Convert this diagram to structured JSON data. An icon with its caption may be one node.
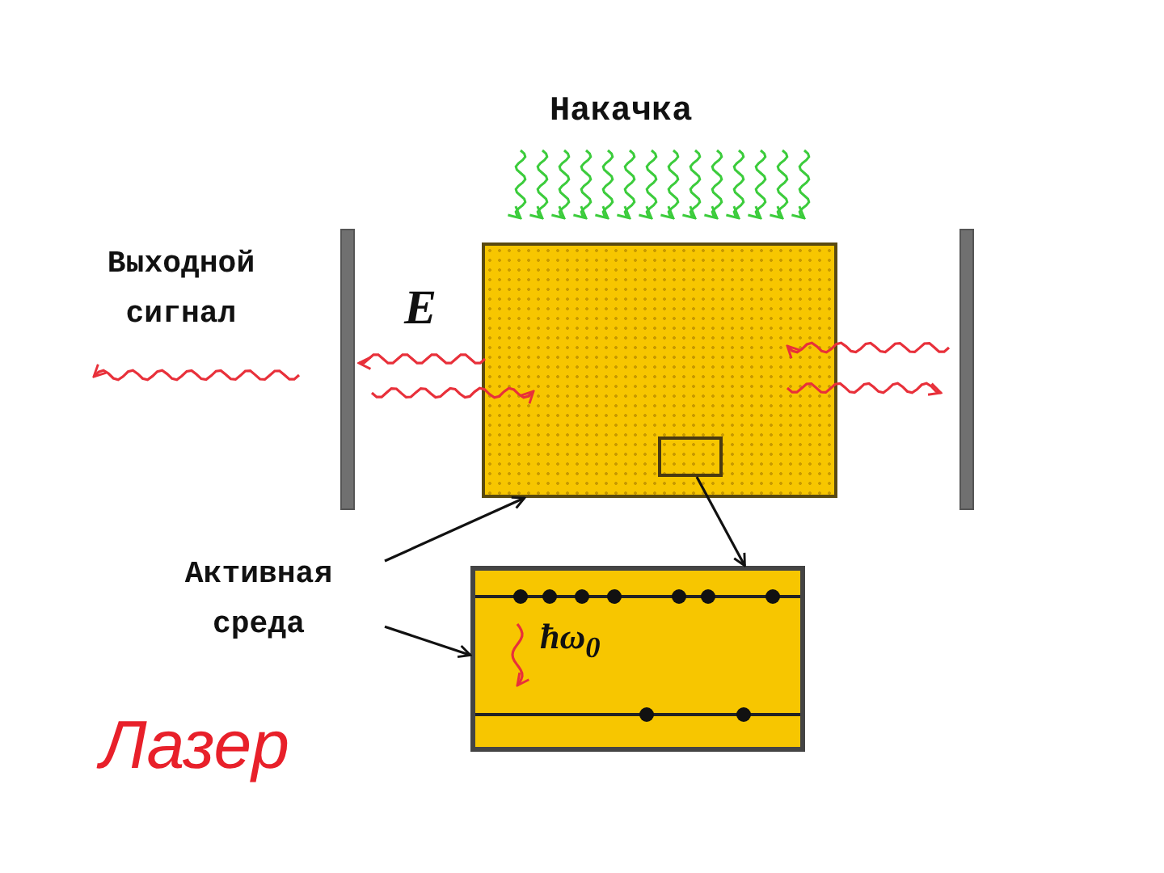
{
  "diagram": {
    "title": "Лазер",
    "nodes": [
      {
        "text": [
          "Активная среда"
        ]
      },
      {
        "text": [],
        "shape": "box"
      },
      {
        "text": [],
        "shape": "box",
        "in": 1
      },
      {
        "text": [
          "ħω$_{0}$"
        ]
      }
    ],
    "edges": [
      {
        "from": 0,
        "to": 1,
        "arrow": "to"
      },
      {
        "from": 0,
        "to": 3,
        "arrow": "to"
      },
      {
        "from": 2,
        "to": 3,
        "arrow": "to"
      }
    ],
    "labels": [
      "Накачка",
      "Выходной сигнал",
      "E"
    ]
  }
}
